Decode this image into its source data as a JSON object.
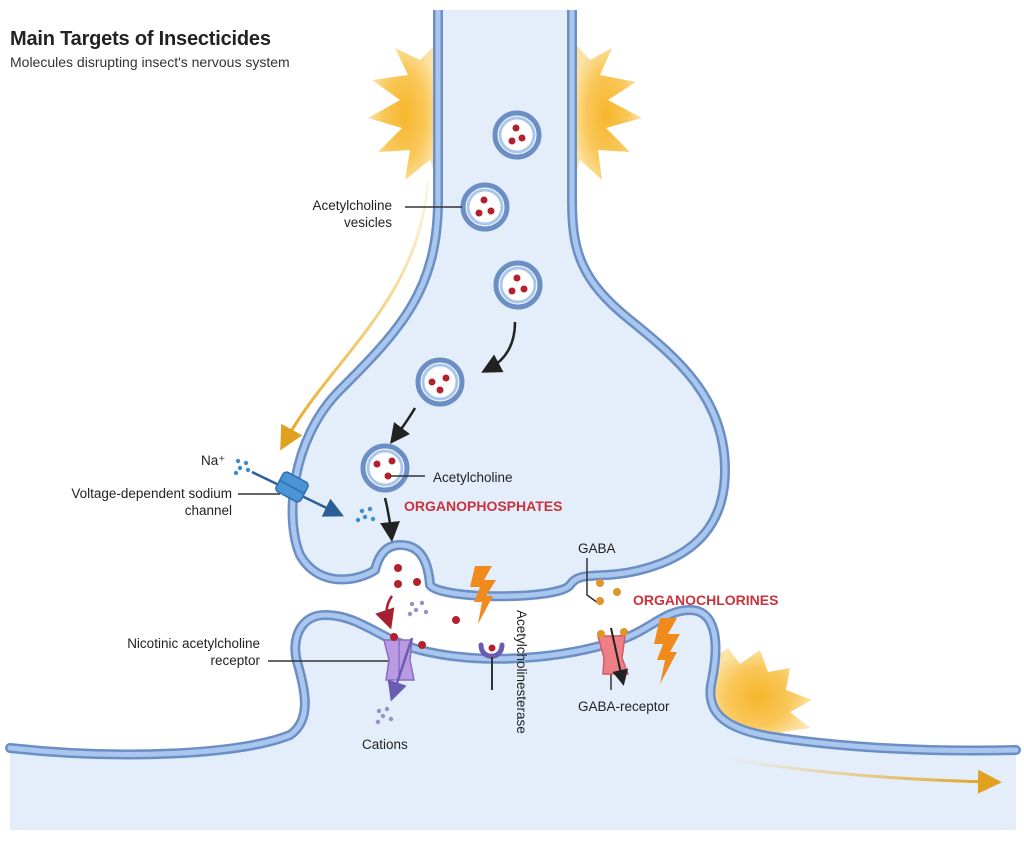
{
  "header": {
    "title": "Main Targets of Insecticides",
    "subtitle": "Molecules disrupting insect's nervous system"
  },
  "labels": {
    "vesicles": [
      "Acetylcholine",
      "vesicles"
    ],
    "sodium_ion": "Na⁺",
    "sodium_channel": [
      "Voltage-dependent sodium",
      "channel"
    ],
    "acetylcholine": "Acetylcholine",
    "organophosphates": "ORGANOPHOSPHATES",
    "gaba": "GABA",
    "organochlorines": "ORGANOCHLORINES",
    "nicotinic_receptor": [
      "Nicotinic acetylcholine",
      "receptor"
    ],
    "cations": "Cations",
    "acetylcholinesterase": "Acetylcholinesterase",
    "gaba_receptor": "GABA-receptor"
  },
  "colors": {
    "cytoplasm": "#e4eefa",
    "membrane_outer": "#6b8fc4",
    "membrane_inner": "#a9c6ee",
    "vesicle_fill": "#ffffff",
    "acetylcholine": "#b3202e",
    "sodium_ion": "#3a8fd0",
    "gaba": "#e0962a",
    "cation": "#9c8fc9",
    "nicotinic_receptor": "#b89be0",
    "gaba_receptor": "#ef7f87",
    "sodium_channel": "#4a93d4",
    "insecticide_bolt": "#f08a1c",
    "action_potential": "#f2b835",
    "label_red": "#c8333c"
  }
}
